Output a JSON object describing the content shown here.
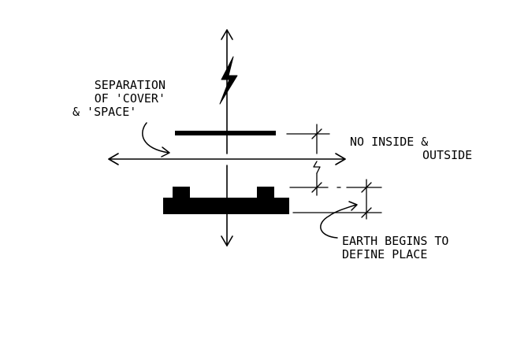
{
  "annotations": {
    "separation": [
      "SEPARATION",
      "OF 'COVER'",
      "& 'SPACE'"
    ],
    "inside_outside": [
      "NO INSIDE &",
      "OUTSIDE"
    ],
    "earth": [
      "EARTH BEGINS TO",
      "DEFINE PLACE"
    ]
  },
  "colors": {
    "ink": "#000000",
    "paper": "#ffffff"
  },
  "icons": [
    "lightning-icon"
  ]
}
